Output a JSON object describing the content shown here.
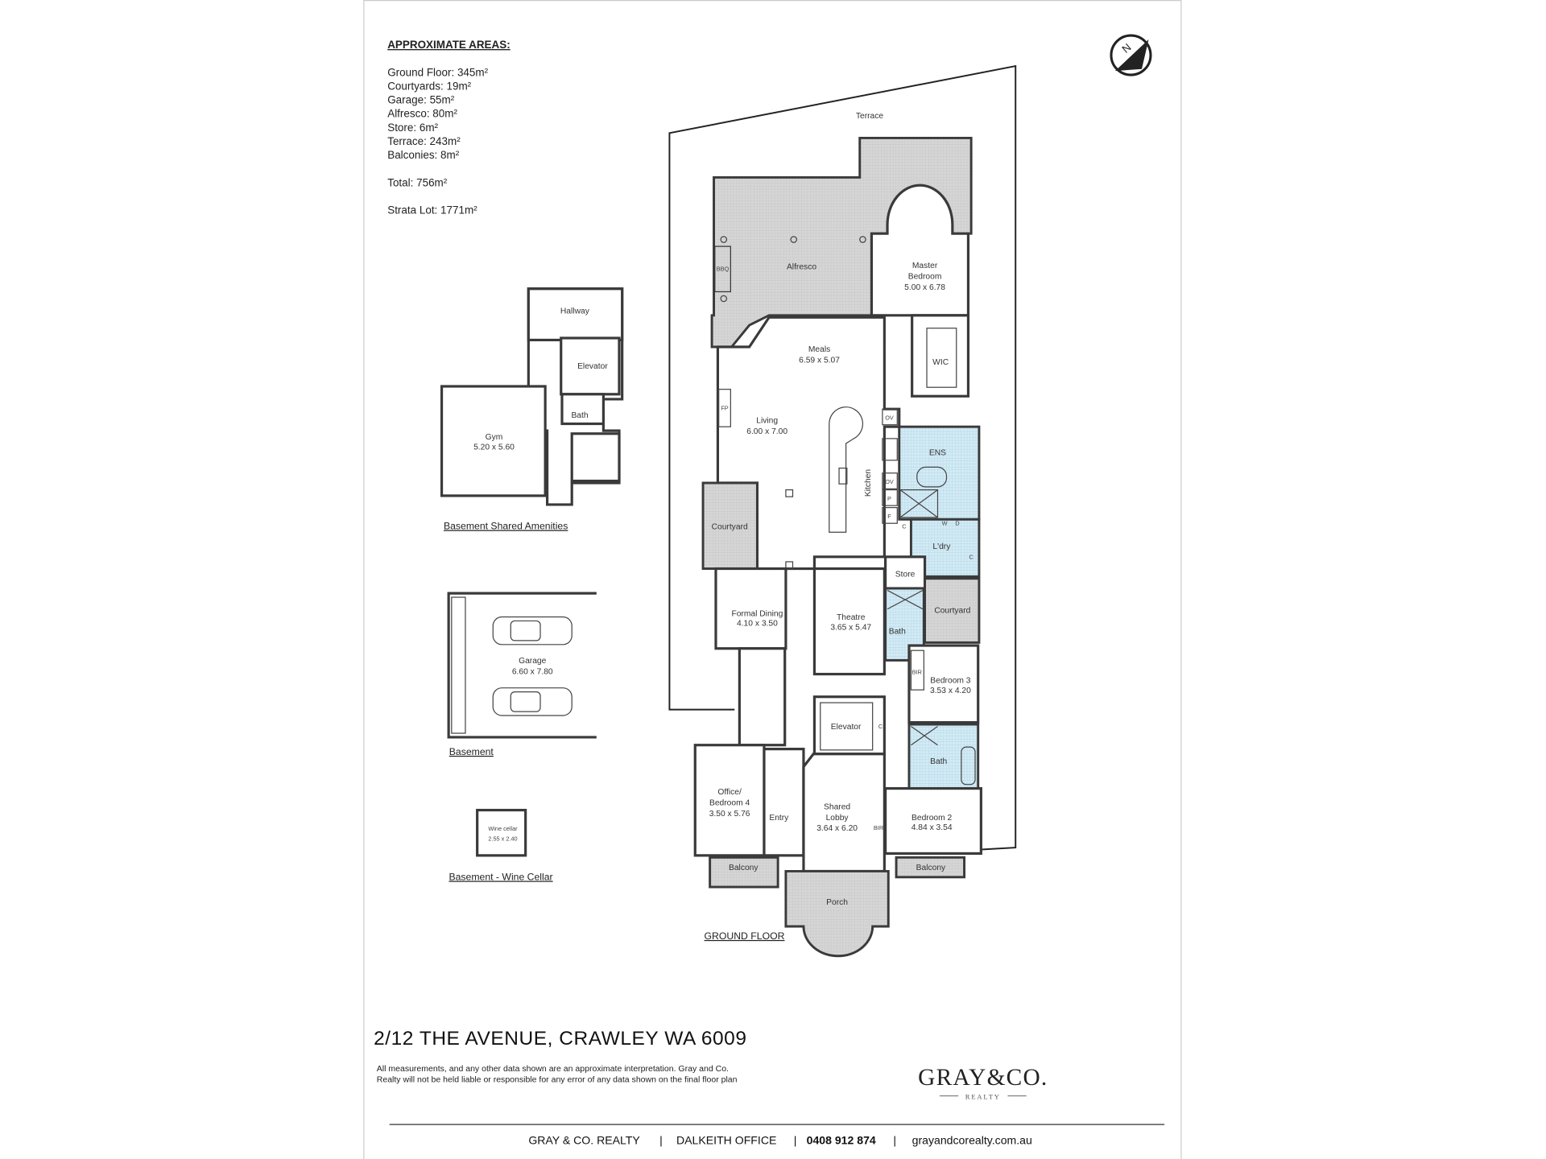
{
  "areas": {
    "title": "APPROXIMATE AREAS:",
    "items": [
      "Ground Floor: 345m²",
      "Courtyards: 19m²",
      "Garage: 55m²",
      "Alfresco: 80m²",
      "Store: 6m²",
      "Terrace: 243m²",
      "Balconies: 8m²"
    ],
    "total": "Total: 756m²",
    "strata": "Strata Lot:  1771m²"
  },
  "compass": {
    "label": "N"
  },
  "ground_floor": {
    "caption": "GROUND FLOOR",
    "terrace": "Terrace",
    "alfresco": "Alfresco",
    "bbq": "BBQ",
    "master": {
      "name1": "Master",
      "name2": "Bedroom",
      "dims": "5.00 x 6.78"
    },
    "wic": "WIC",
    "meals": {
      "name": "Meals",
      "dims": "6.59 x 5.07"
    },
    "living": {
      "name": "Living",
      "dims": "6.00 x 7.00"
    },
    "fp": "FP",
    "kitchen": "Kitchen",
    "ov": "OV",
    "p": "P",
    "f": "F",
    "c": "C",
    "w": "W",
    "d": "D",
    "ens": "ENS",
    "laundry": "L'dry",
    "courtyard": "Courtyard",
    "store": "Store",
    "bath": "Bath",
    "formal_dining": {
      "name": "Formal Dining",
      "dims": "4.10 x 3.50"
    },
    "theatre": {
      "name": "Theatre",
      "dims": "3.65 x 5.47"
    },
    "bedroom3": {
      "name": "Bedroom 3",
      "dims": "3.53 x 4.20"
    },
    "bir": "BIR",
    "elevator": "Elevator",
    "office": {
      "name1": "Office/",
      "name2": "Bedroom 4",
      "dims": "3.50 x 5.76"
    },
    "entry": "Entry",
    "lobby": {
      "name1": "Shared",
      "name2": "Lobby",
      "dims": "3.64 x 6.20"
    },
    "bedroom2": {
      "name": "Bedroom 2",
      "dims": "4.84 x 3.54"
    },
    "balcony": "Balcony",
    "porch": "Porch"
  },
  "basement_amenities": {
    "caption": "Basement Shared Amenities",
    "hallway": "Hallway",
    "elevator": "Elevator",
    "bath": "Bath",
    "gym": {
      "name": "Gym",
      "dims": "5.20 x 5.60"
    }
  },
  "basement": {
    "caption": "Basement",
    "garage": {
      "name": "Garage",
      "dims": "6.60 x 7.80"
    }
  },
  "wine": {
    "caption": "Basement - Wine Cellar",
    "name": "Wine cellar",
    "dims": "2.55 x 2.40"
  },
  "footer": {
    "address": "2/12 THE AVENUE, CRAWLEY WA 6009",
    "disclaimer1": "All measurements, and any other data shown are an approximate interpretation. Gray and Co.",
    "disclaimer2": "Realty will not be held liable or responsible for any error of any data shown on the final floor plan",
    "logo": "GRAY&CO.",
    "logo_sub": "REALTY",
    "contact": [
      "GRAY & CO. REALTY",
      "DALKEITH OFFICE",
      "0408 912 874",
      "grayandcorealty.com.au"
    ],
    "separator": "|"
  },
  "colors": {
    "wet_area": "#cfe7f2",
    "outdoor": "#d3d3d3",
    "wall": "#3a3a3a",
    "logo_accent": "#8fb0cc"
  }
}
